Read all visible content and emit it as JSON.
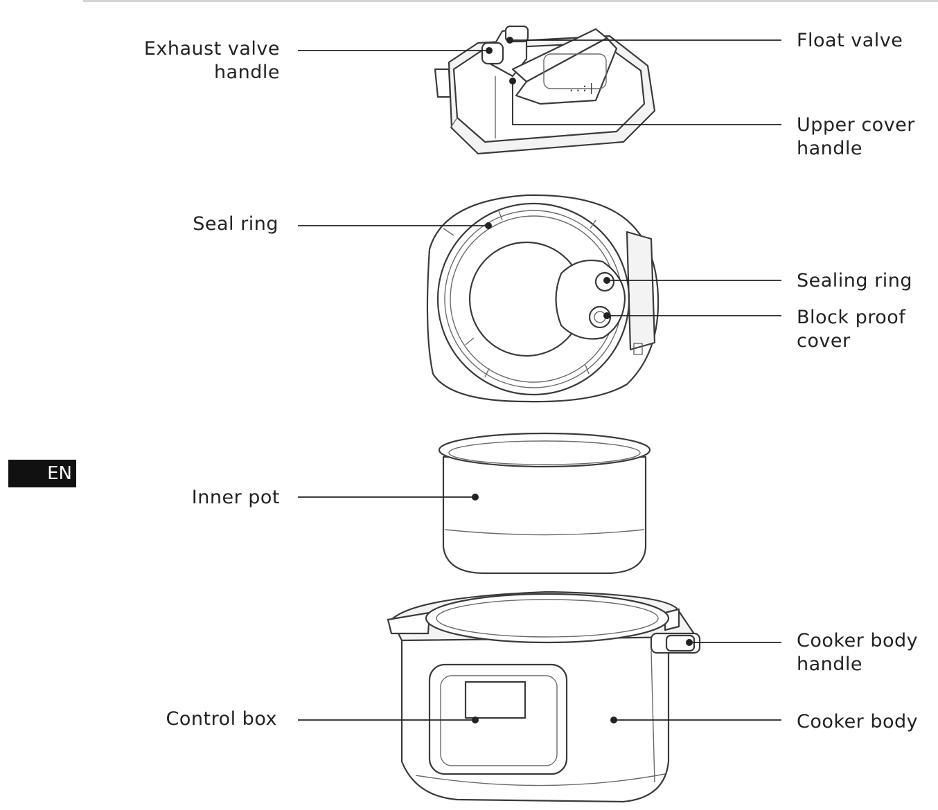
{
  "sidebar": {
    "language_tab": "EN"
  },
  "labels": {
    "exhaust_valve_handle": "Exhaust valve\nhandle",
    "float_valve": "Float valve",
    "upper_cover_handle": "Upper cover\nhandle",
    "seal_ring": "Seal ring",
    "sealing_ring": "Sealing ring",
    "block_proof_cover": "Block proof\ncover",
    "inner_pot": "Inner pot",
    "cooker_body_handle": "Cooker body\nhandle",
    "control_box": "Control box",
    "cooker_body": "Cooker body"
  },
  "icons": [
    "lid-illustration",
    "lid-underside-illustration",
    "inner-pot-illustration",
    "cooker-body-illustration"
  ]
}
